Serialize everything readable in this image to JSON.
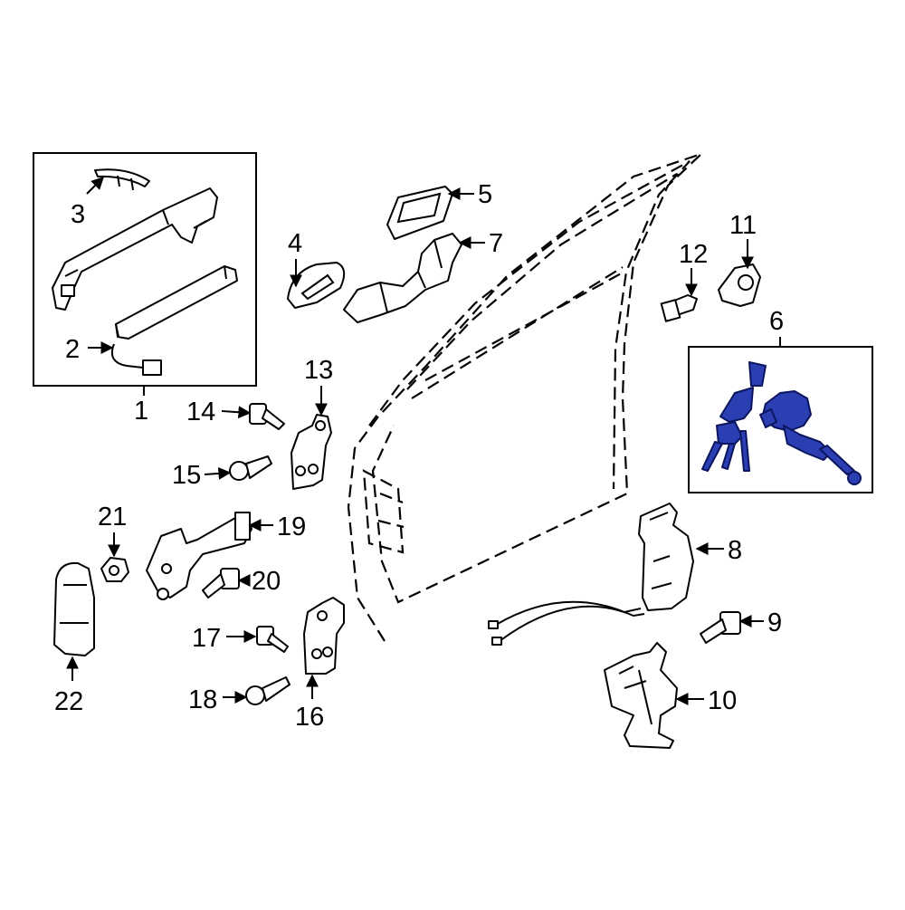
{
  "diagram": {
    "highlight_color": "#2b3fb2",
    "callouts": {
      "c1": "1",
      "c2": "2",
      "c3": "3",
      "c4": "4",
      "c5": "5",
      "c6": "6",
      "c7": "7",
      "c8": "8",
      "c9": "9",
      "c10": "10",
      "c11": "11",
      "c12": "12",
      "c13": "13",
      "c14": "14",
      "c15": "15",
      "c16": "16",
      "c17": "17",
      "c18": "18",
      "c19": "19",
      "c20": "20",
      "c21": "21",
      "c22": "22"
    }
  }
}
